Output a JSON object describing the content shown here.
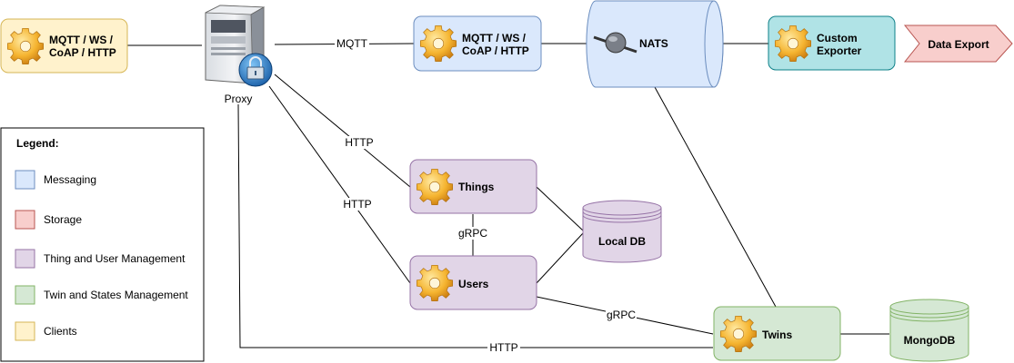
{
  "nodes": {
    "clients": {
      "line1": "MQTT / WS /",
      "line2": "CoAP / HTTP"
    },
    "adapter": {
      "line1": "MQTT / WS /",
      "line2": "CoAP / HTTP"
    },
    "nats": {
      "label": "NATS"
    },
    "exporter": {
      "line1": "Custom",
      "line2": "Exporter"
    },
    "data_export": {
      "label": "Data Export"
    },
    "proxy": {
      "label": "Proxy"
    },
    "things": {
      "label": "Things"
    },
    "users": {
      "label": "Users"
    },
    "localdb": {
      "label": "Local DB"
    },
    "twins": {
      "label": "Twins"
    },
    "mongodb": {
      "label": "MongoDB"
    }
  },
  "edges": {
    "proxy_adapter": "MQTT",
    "proxy_things": "HTTP",
    "proxy_users": "HTTP",
    "things_users": "gRPC",
    "users_twins": "gRPC",
    "proxy_twins": "HTTP"
  },
  "legend": {
    "title": "Legend:",
    "items": [
      {
        "label": "Messaging",
        "color": "#dae8fc",
        "border": "#6c8ebf"
      },
      {
        "label": "Storage",
        "color": "#f8cecc",
        "border": "#b85450"
      },
      {
        "label": "Thing and User Management",
        "color": "#e1d5e7",
        "border": "#9673a6"
      },
      {
        "label": "Twin and States Management",
        "color": "#d5e8d4",
        "border": "#82b366"
      },
      {
        "label": "Clients",
        "color": "#fff2cc",
        "border": "#d6b656"
      }
    ]
  }
}
